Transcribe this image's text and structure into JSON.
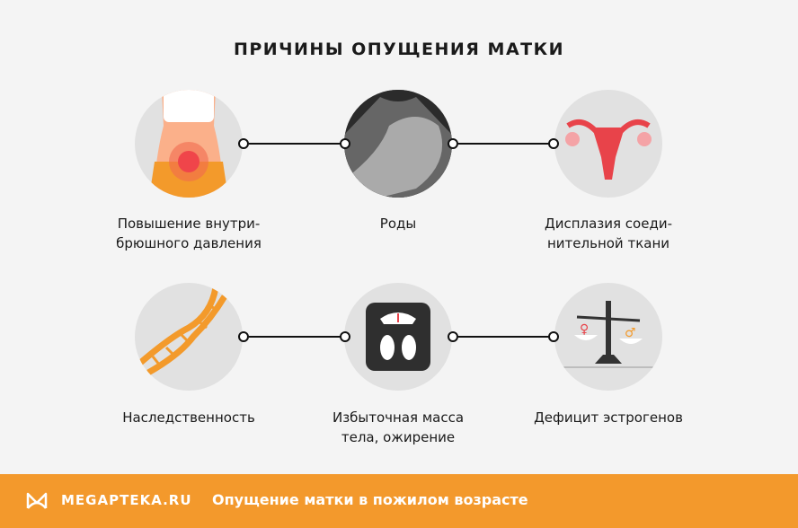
{
  "title": "ПРИЧИНЫ ОПУЩЕНИЯ МАТКИ",
  "causes": [
    {
      "label": "Повышение внутри-\nбрюшного давления",
      "icon": "abdomen-pain-icon"
    },
    {
      "label": "Роды",
      "icon": "ultrasound-fetus-icon"
    },
    {
      "label": "Дисплазия соеди-\nнительной ткани",
      "icon": "uterus-icon"
    },
    {
      "label": "Наследственность",
      "icon": "dna-icon"
    },
    {
      "label": "Избыточная масса\nтела, ожирение",
      "icon": "scale-icon"
    },
    {
      "label": "Дефицит эстрогенов",
      "icon": "balance-scale-icon"
    }
  ],
  "footer": {
    "brand": "MEGAPTEKA.RU",
    "text": "Опущение матки в пожилом возрасте"
  },
  "colors": {
    "accent": "#f3992c",
    "background": "#f4f4f4",
    "circle": "#e1e1e1"
  }
}
